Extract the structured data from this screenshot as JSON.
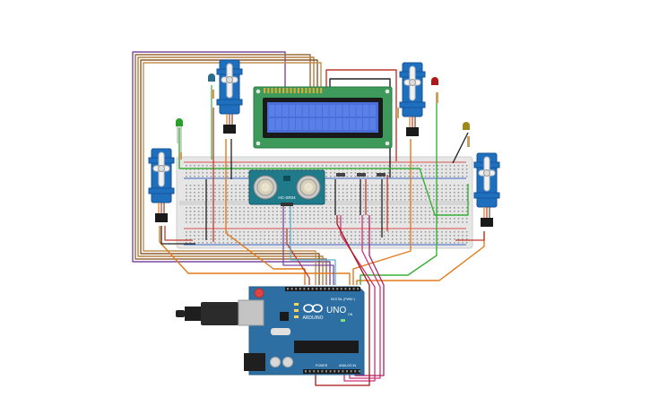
{
  "breadboard": {
    "hole_color": "#9a9a9a",
    "rail_colors": {
      "positive": "#d9534f",
      "negative": "#3a66c4"
    }
  },
  "lcd": {
    "rows": 2,
    "columns": 16,
    "pin_count": 16,
    "backlight_color": "#4a6fd8"
  },
  "ultrasonic_sensor": {
    "label": "HC-SR04"
  },
  "servos": [
    {
      "id": "servo-left"
    },
    {
      "id": "servo-top-left"
    },
    {
      "id": "servo-top-right"
    },
    {
      "id": "servo-right"
    }
  ],
  "leds": [
    {
      "id": "led-green",
      "color": "#2aa02a"
    },
    {
      "id": "led-blue",
      "color": "#2c6d8e"
    },
    {
      "id": "led-red",
      "color": "#b01818"
    },
    {
      "id": "led-yellow",
      "color": "#9c8a1a"
    }
  ],
  "arduino": {
    "brand": "ARDUINO",
    "model": "UNO",
    "digital_label": "DIGITAL (PWM~)",
    "power_label": "POWER",
    "analog_label": "ANALOG IN",
    "on_label": "ON",
    "board_color": "#2d6fa3"
  },
  "wire_colors": {
    "purple": "#7a4aa0",
    "brown": "#9a6a3a",
    "tan": "#b08040",
    "red": "#c0392b",
    "dark_red": "#a31515",
    "orange": "#e07b1a",
    "green": "#3ab03a",
    "black": "#222222",
    "pink": "#d0307a",
    "blue": "#5ab0d8"
  }
}
